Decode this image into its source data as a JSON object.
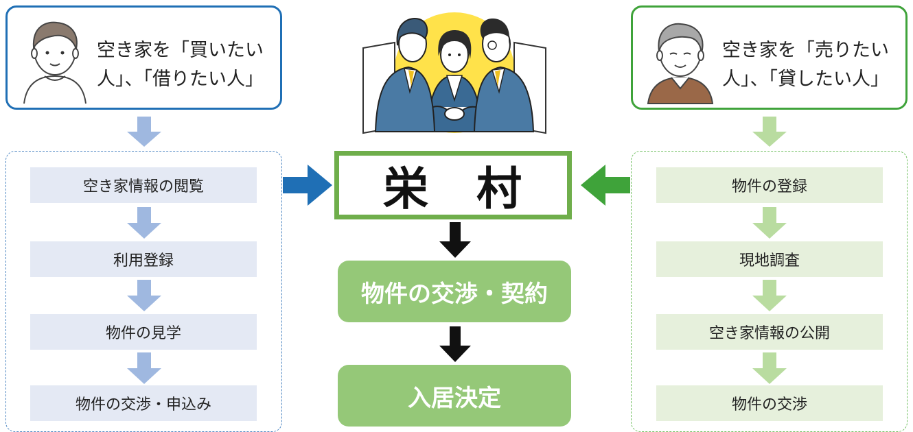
{
  "buyer": {
    "line1": "空き家を「買いたい",
    "line2": "人」、「借りたい人」"
  },
  "seller": {
    "line1": "空き家を「売りたい",
    "line2": "人」、「貸したい人」"
  },
  "buyer_steps": [
    "空き家情報の閲覧",
    "利用登録",
    "物件の見学",
    "物件の交渉・申込み"
  ],
  "seller_steps": [
    "物件の登録",
    "現地調査",
    "空き家情報の公開",
    "物件の交渉"
  ],
  "center": {
    "title": "栄　村",
    "negotiation": "物件の交渉・契約",
    "decision": "入居決定"
  },
  "colors": {
    "buyer_accent": "#1f6fb5",
    "buyer_arrow": "#9fb8e0",
    "seller_accent": "#3fa33a",
    "seller_arrow": "#b9dca0",
    "center_border": "#6fae4b",
    "center_box": "#95c878"
  }
}
